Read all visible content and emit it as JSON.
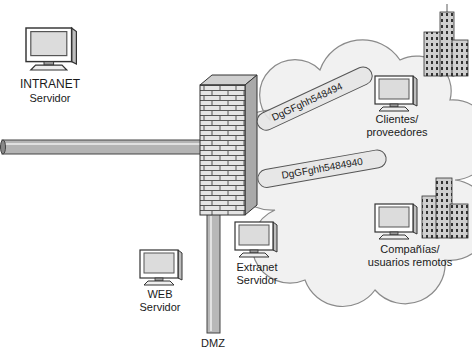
{
  "diagram": {
    "nodes": [
      {
        "text": [
          "INTRANET",
          "Servidor"
        ]
      },
      {
        "text": [
          "Clientes/ proveedores"
        ]
      },
      {
        "text": [
          "Compañías/ usuarios remotos"
        ]
      },
      {
        "text": [
          "WEB",
          "Servidor"
        ]
      },
      {
        "text": [
          "Extranet",
          "Servidor"
        ]
      }
    ],
    "labels": [
      "DgGFghh548494",
      "DgGFghh5484940",
      "DMZ"
    ]
  }
}
